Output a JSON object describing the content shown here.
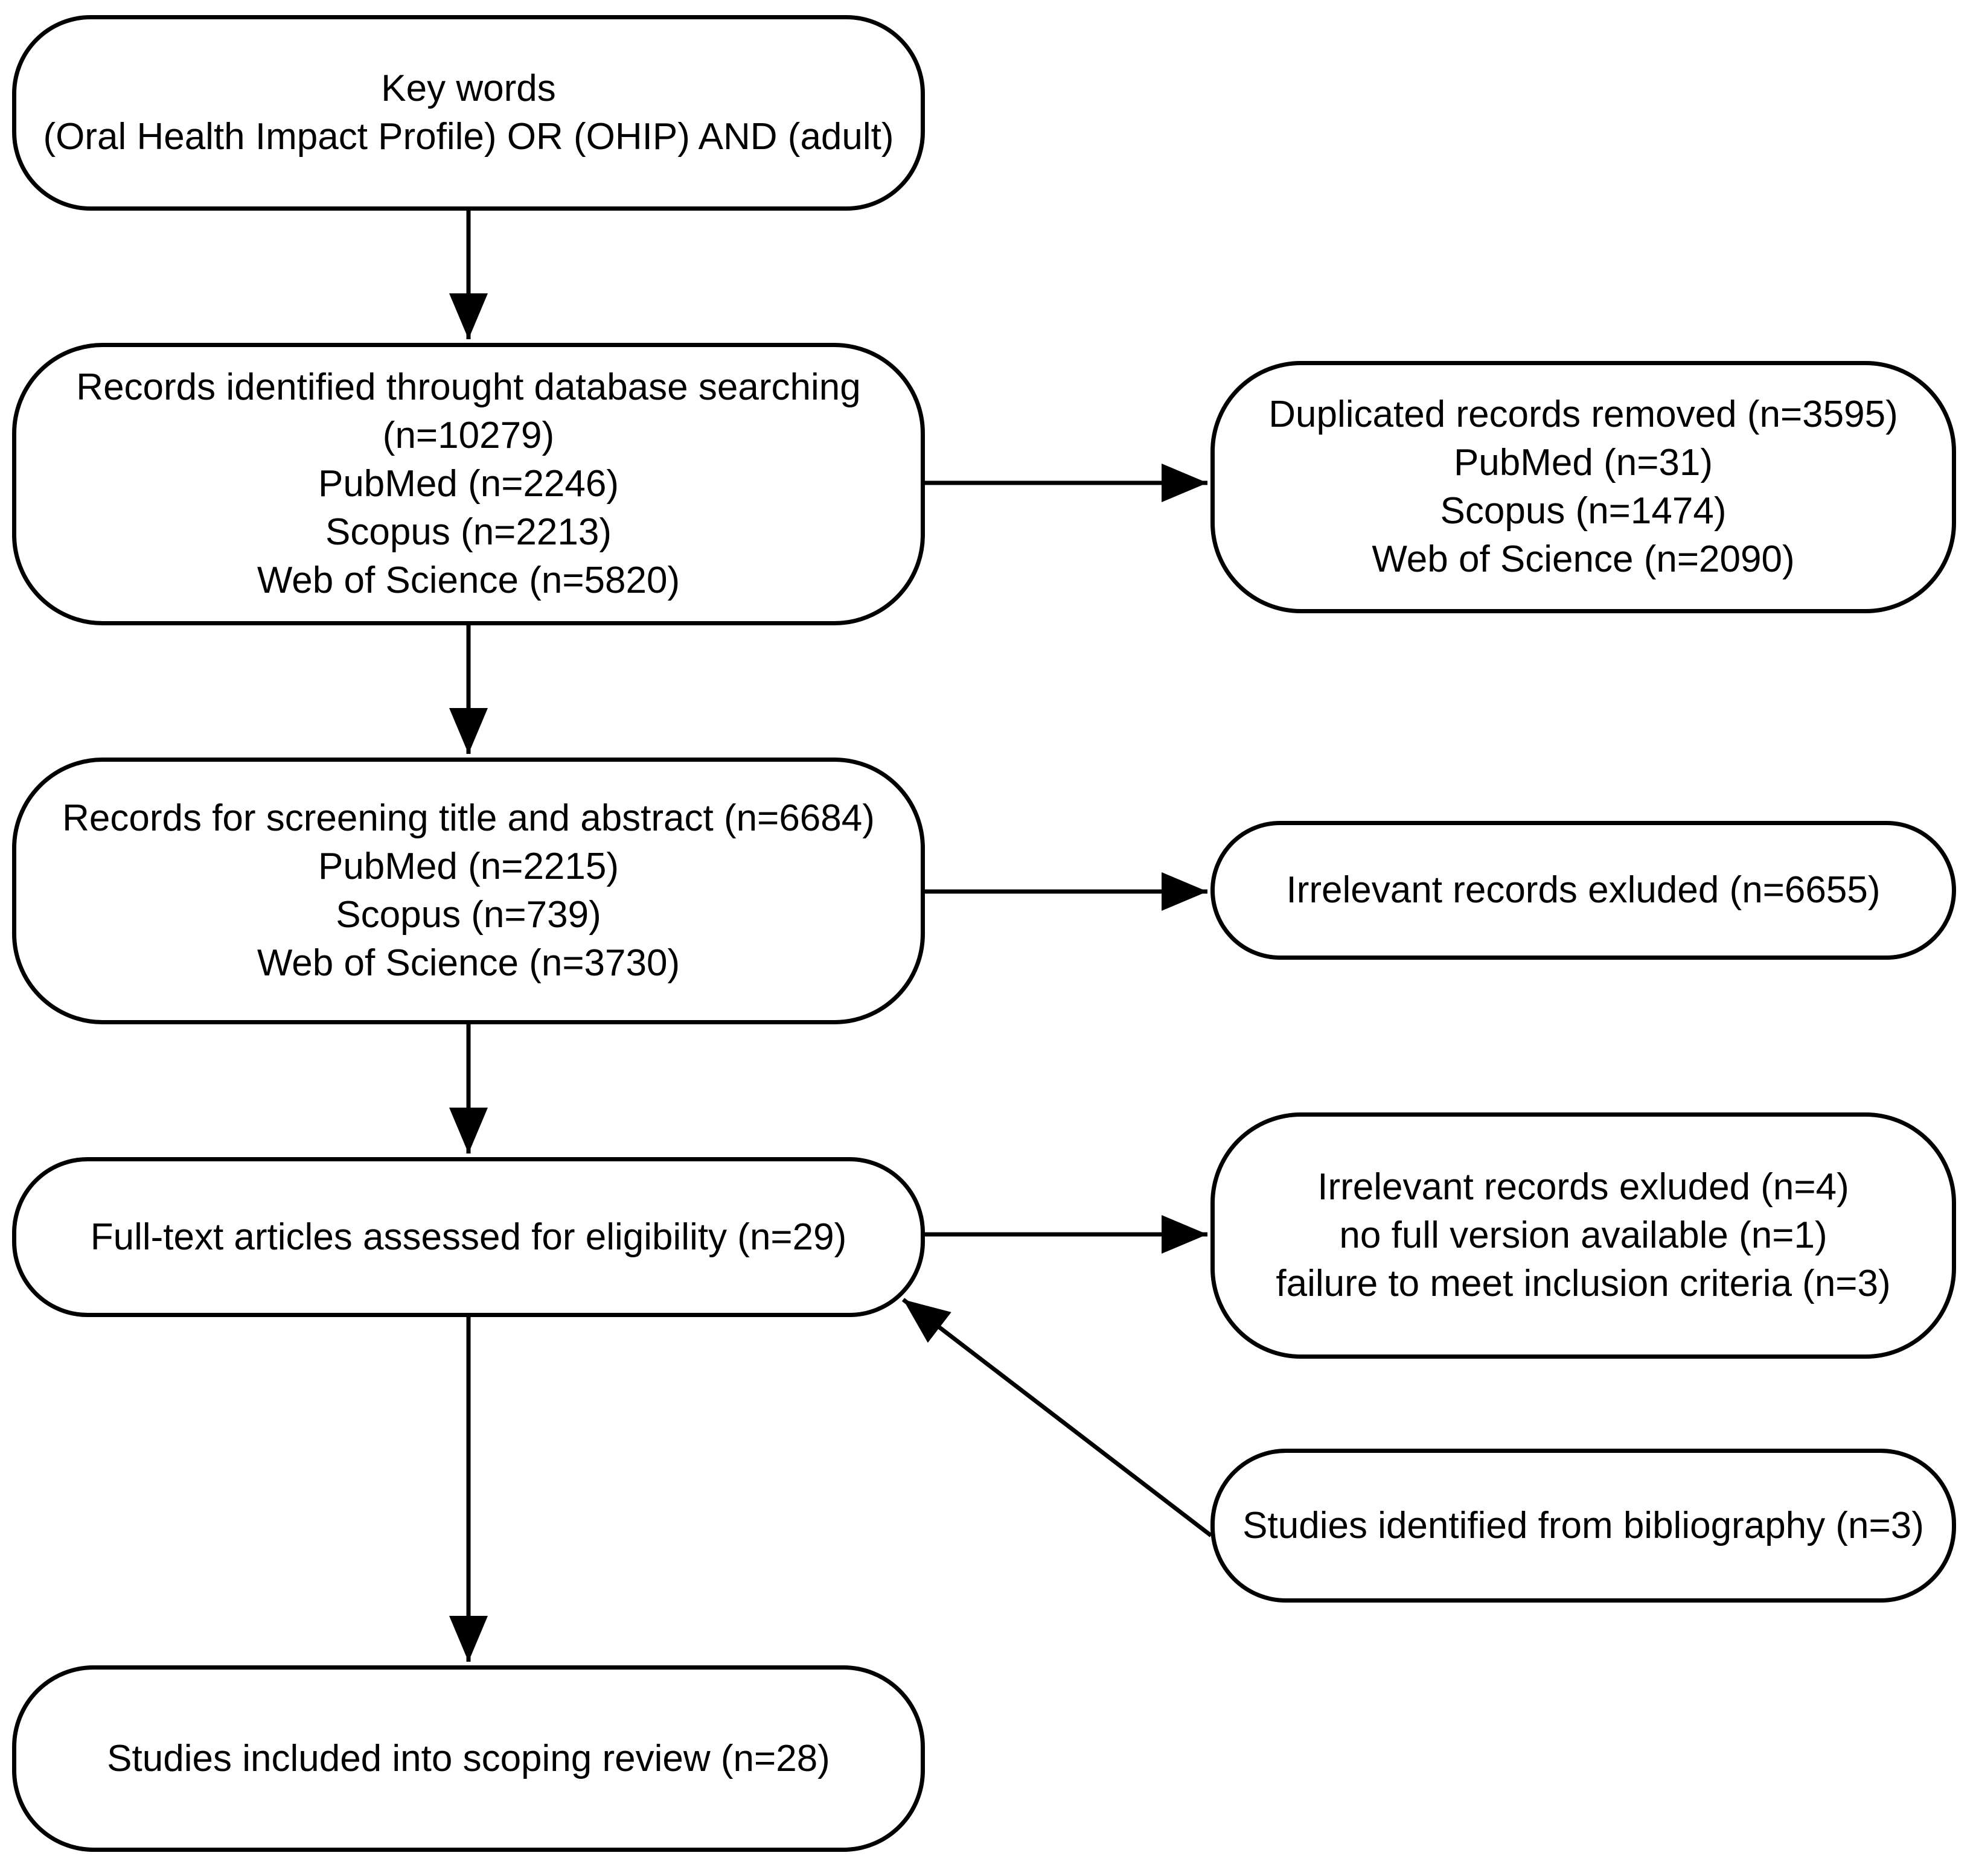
{
  "figure": {
    "type": "flow-diagram",
    "background_color": "#ffffff",
    "stroke_color": "#000000"
  },
  "boxes": {
    "keywords": {
      "text": "Key words\n(Oral Health Impact Profile) OR (OHIP) AND (adult)"
    },
    "records_identified": {
      "text": "Records identified throught database searching\n(n=10279)\nPubMed (n=2246)\nScopus (n=2213)\nWeb of Science (n=5820)"
    },
    "duplicates_removed": {
      "text": "Duplicated records removed (n=3595)\nPubMed (n=31)\nScopus (n=1474)\nWeb of Science (n=2090)"
    },
    "screening": {
      "text": "Records for screening title and abstract (n=6684)\nPubMed (n=2215)\nScopus (n=739)\nWeb of Science (n=3730)"
    },
    "irrelevant_excluded_screening": {
      "text": "Irrelevant records exluded (n=6655)"
    },
    "fulltext_assessed": {
      "text": "Full-text articles assessed for eligibility (n=29)"
    },
    "fulltext_excluded": {
      "text": "Irrelevant records exluded (n=4)\nno full version available (n=1)\nfailure to meet inclusion criteria (n=3)"
    },
    "bibliography": {
      "text": "Studies identified from bibliography (n=3)"
    },
    "included": {
      "text": "Studies included into scoping review (n=28)"
    }
  },
  "edges": [
    {
      "from": "keywords",
      "to": "records_identified"
    },
    {
      "from": "records_identified",
      "to": "duplicates_removed"
    },
    {
      "from": "records_identified",
      "to": "screening"
    },
    {
      "from": "screening",
      "to": "irrelevant_excluded_screening"
    },
    {
      "from": "screening",
      "to": "fulltext_assessed"
    },
    {
      "from": "fulltext_assessed",
      "to": "fulltext_excluded"
    },
    {
      "from": "bibliography",
      "to": "fulltext_assessed"
    },
    {
      "from": "fulltext_assessed",
      "to": "included"
    }
  ]
}
